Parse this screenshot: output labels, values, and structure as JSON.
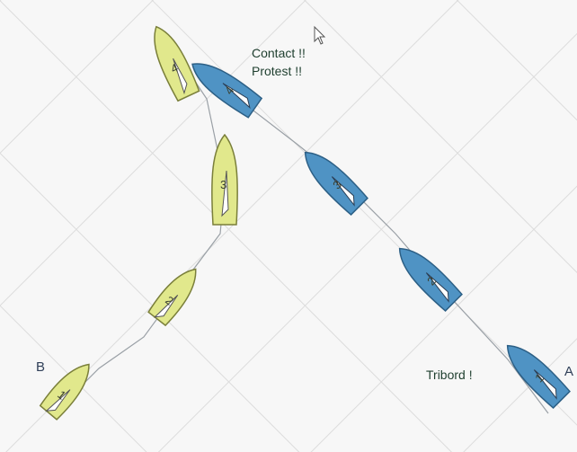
{
  "annotations": {
    "contact": "Contact !!",
    "protest": "Protest !!",
    "tribord": "Tribord !"
  },
  "positions": {
    "b": "B",
    "a": "A"
  },
  "boats": {
    "yellow": {
      "color": "#e1e88c",
      "stroke": "#7a7f3a",
      "numbers": [
        "1",
        "2",
        "3",
        "4"
      ]
    },
    "blue": {
      "color": "#4f93c4",
      "stroke": "#2c5f85",
      "numbers": [
        "1",
        "2",
        "3",
        "4"
      ]
    }
  },
  "icons": {
    "cursor": "mouse-cursor-icon"
  }
}
